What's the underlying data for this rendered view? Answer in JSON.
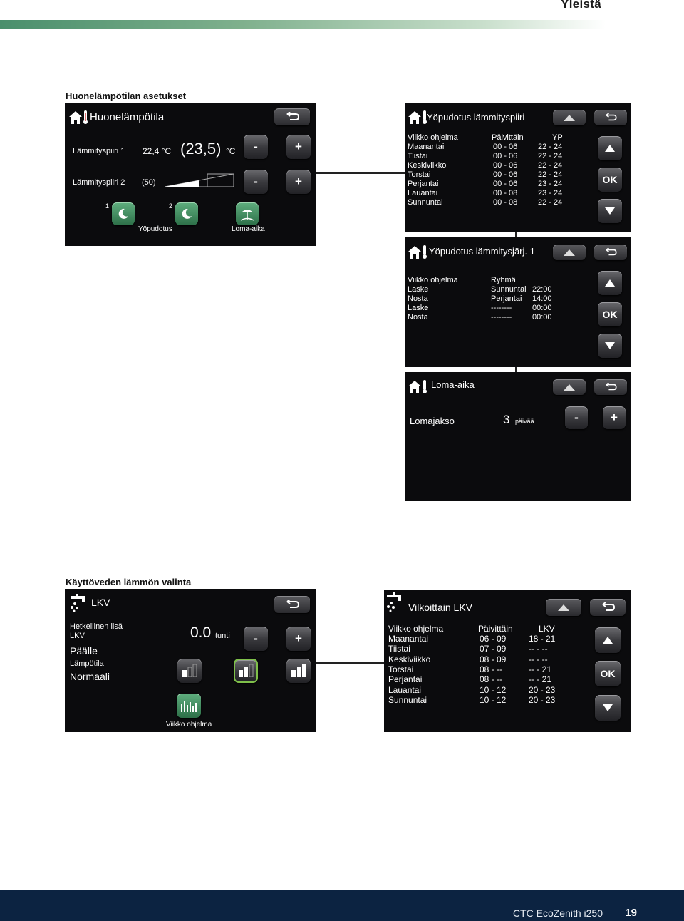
{
  "header": {
    "title": "Yleistä"
  },
  "section1": {
    "title": "Huonelämpötilan asetukset"
  },
  "room_panel": {
    "title": "Huonelämpötila",
    "circuit1_label": "Lämmityspiiri 1",
    "circuit1_value": "22,4",
    "unit_c": "°C",
    "circuit1_setpoint": "(23,5)",
    "circuit2_label": "Lämmityspiiri 2",
    "circuit2_value": "(50)",
    "circuit2_level": 0.5,
    "minus": "-",
    "plus": "+",
    "num1": "1",
    "num2": "2",
    "night_label": "Yöpudotus",
    "holiday_label": "Loma-aika"
  },
  "night_heating_panel": {
    "title": "Yöpudotus lämmityspiiri",
    "col0": "Viikko ohjelma",
    "col1": "Päivittäin",
    "col2": "YP",
    "rows": [
      {
        "day": "Maanantai",
        "a": "00 - 06",
        "b": "22 - 24"
      },
      {
        "day": "Tiistai",
        "a": "00 - 06",
        "b": "22 - 24"
      },
      {
        "day": "Keskiviikko",
        "a": "00 - 06",
        "b": "22 - 24"
      },
      {
        "day": "Torstai",
        "a": "00 - 06",
        "b": "22 - 24"
      },
      {
        "day": "Perjantai",
        "a": "00 - 06",
        "b": "23 - 24"
      },
      {
        "day": "Lauantai",
        "a": "00 - 08",
        "b": "23 - 24"
      },
      {
        "day": "Sunnuntai",
        "a": "00 - 08",
        "b": "22 - 24"
      }
    ],
    "ok": "OK"
  },
  "night_system_panel": {
    "title": "Yöpudotus lämmitysjärj. 1",
    "col0": "Viikko ohjelma",
    "col1": "Ryhmä",
    "rows": [
      {
        "action": "Laske",
        "day": "Sunnuntai",
        "time": "22:00"
      },
      {
        "action": "Nosta",
        "day": "Perjantai",
        "time": "14:00"
      },
      {
        "action": "Laske",
        "day": "--------",
        "time": "00:00"
      },
      {
        "action": "Nosta",
        "day": "--------",
        "time": "00:00"
      }
    ],
    "ok": "OK"
  },
  "holiday_panel": {
    "title": "Loma-aika",
    "label": "Lomajakso",
    "value": "3",
    "unit": "päivää",
    "minus": "-",
    "plus": "+"
  },
  "section2": {
    "title": "Käyttöveden lämmön valinta"
  },
  "lkv_panel": {
    "title": "LKV",
    "extra_label_1": "Hetkellinen lisä",
    "extra_label_2": "LKV",
    "extra_value": "Päälle",
    "temp_label": "Lämpötila",
    "temp_value": "Normaali",
    "hours_value": "0.0",
    "hours_unit": "tunti",
    "minus": "-",
    "plus": "+",
    "weekly_label": "Viikko ohjelma"
  },
  "weekly_lkv_panel": {
    "title": "Vilkoittain LKV",
    "col0": "Viikko ohjelma",
    "col1": "Päivittäin",
    "col2": "LKV",
    "rows": [
      {
        "day": "Maanantai",
        "a": "06 - 09",
        "b": "18 - 21"
      },
      {
        "day": "Tiistai",
        "a": "07 - 09",
        "b": "-- - --"
      },
      {
        "day": "Keskiviikko",
        "a": "08 - 09",
        "b": "-- - --"
      },
      {
        "day": "Torstai",
        "a": "08 - --",
        "b": "-- - 21"
      },
      {
        "day": "Perjantai",
        "a": "08 - --",
        "b": "-- - 21"
      },
      {
        "day": "Lauantai",
        "a": "10 - 12",
        "b": "20 - 23"
      },
      {
        "day": "Sunnuntai",
        "a": "10 - 12",
        "b": "20 - 23"
      }
    ],
    "ok": "OK"
  },
  "footer": {
    "product": "CTC EcoZenith i250",
    "page": "19"
  }
}
